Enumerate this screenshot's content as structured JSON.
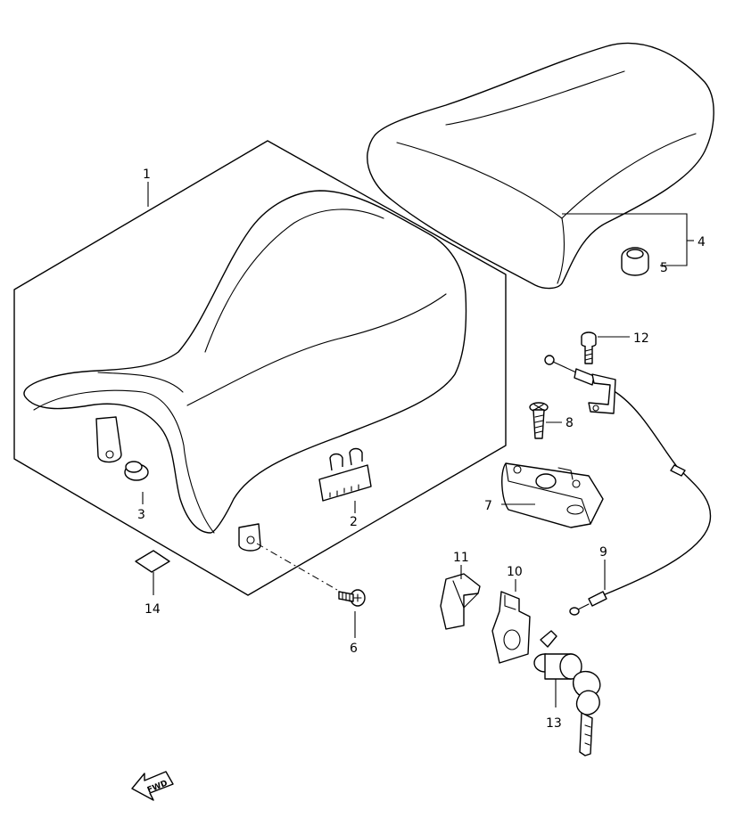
{
  "parts": [
    {
      "id": "1",
      "label": "1"
    },
    {
      "id": "2",
      "label": "2"
    },
    {
      "id": "3",
      "label": "3"
    },
    {
      "id": "4",
      "label": "4"
    },
    {
      "id": "5",
      "label": "5"
    },
    {
      "id": "6",
      "label": "6"
    },
    {
      "id": "7",
      "label": "7"
    },
    {
      "id": "8",
      "label": "8"
    },
    {
      "id": "9",
      "label": "9"
    },
    {
      "id": "10",
      "label": "10"
    },
    {
      "id": "11",
      "label": "11"
    },
    {
      "id": "12",
      "label": "12"
    },
    {
      "id": "13",
      "label": "13"
    },
    {
      "id": "14",
      "label": "14"
    }
  ],
  "direction_badge": {
    "text": "FWD",
    "icon": "fwd-arrow-icon"
  }
}
